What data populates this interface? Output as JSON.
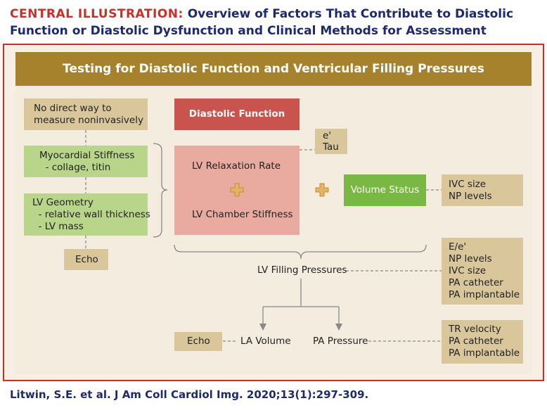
{
  "header": {
    "label": "CENTRAL ILLUSTRATION:",
    "title": "Overview of Factors That Contribute to Diastolic Function or Diastolic Dysfunction and Clinical Methods for Assessment"
  },
  "banner": {
    "title": "Testing for Diastolic Function and Ventricular Filling Pressures"
  },
  "left": {
    "no_direct": "No direct way to\nmeasure noninvasively",
    "myocardial": "Myocardial Stiffness\n  - collage, titin",
    "lv_geometry": "LV Geometry\n  - relative wall thickness\n  - LV mass",
    "echo": "Echo"
  },
  "center": {
    "diastolic_function": "Diastolic Function",
    "relaxation": "LV Relaxation Rate",
    "chamber_stiffness": "LV Chamber Stiffness",
    "e_tau": "e'\nTau"
  },
  "right": {
    "volume_status": "Volume Status",
    "ivc_np": "IVC size\nNP levels",
    "filling_methods": "E/e'\nNP levels\nIVC size\nPA catheter\nPA implantable",
    "pa_methods": "TR velocity\nPA catheter\nPA implantable"
  },
  "bottom": {
    "lv_filling": "LV Filling Pressures",
    "la_volume": "LA Volume",
    "pa_pressure": "PA Pressure",
    "echo2": "Echo"
  },
  "footer": {
    "citation": "Litwin, S.E. et al. J Am Coll Cardiol Img. 2020;13(1):297-309."
  },
  "colors": {
    "accent_red": "#c8312a",
    "navy": "#1e2a6e",
    "banner_gold": "#a6822d",
    "plus_gold": "#d8a33b"
  }
}
